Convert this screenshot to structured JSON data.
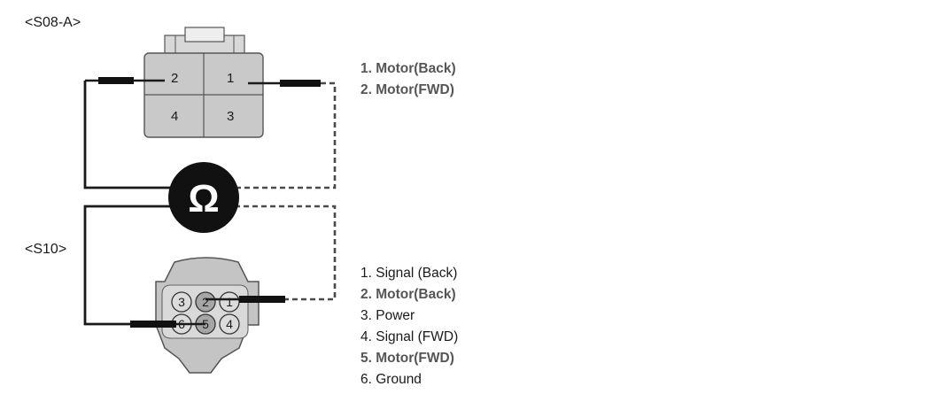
{
  "connectors": {
    "s08a": {
      "label": "<S08-A>",
      "pins": [
        "1",
        "2",
        "3",
        "4"
      ],
      "legend": [
        {
          "text": "1. Motor(Back)",
          "tone": "highlight"
        },
        {
          "text": "2. Motor(FWD)",
          "tone": "highlight"
        }
      ]
    },
    "s10": {
      "label": "<S10>",
      "pins": [
        "1",
        "2",
        "3",
        "4",
        "5",
        "6"
      ],
      "legend": [
        {
          "text": "1. Signal (Back)",
          "tone": "normal"
        },
        {
          "text": "2. Motor(Back)",
          "tone": "highlight"
        },
        {
          "text": "3. Power",
          "tone": "normal"
        },
        {
          "text": "4. Signal (FWD)",
          "tone": "normal"
        },
        {
          "text": "5. Motor(FWD)",
          "tone": "highlight"
        },
        {
          "text": "6. Ground",
          "tone": "normal"
        }
      ]
    }
  },
  "ohmmeter": {
    "symbol": "Ω",
    "icon": "ohmmeter-icon"
  },
  "colors": {
    "connector_fill": "#c9c9c9",
    "connector_stroke": "#555555",
    "wire": "#1a1a1a",
    "meter": "#111111",
    "highlight_text": "#555555",
    "normal_text": "#1a1a1a"
  }
}
